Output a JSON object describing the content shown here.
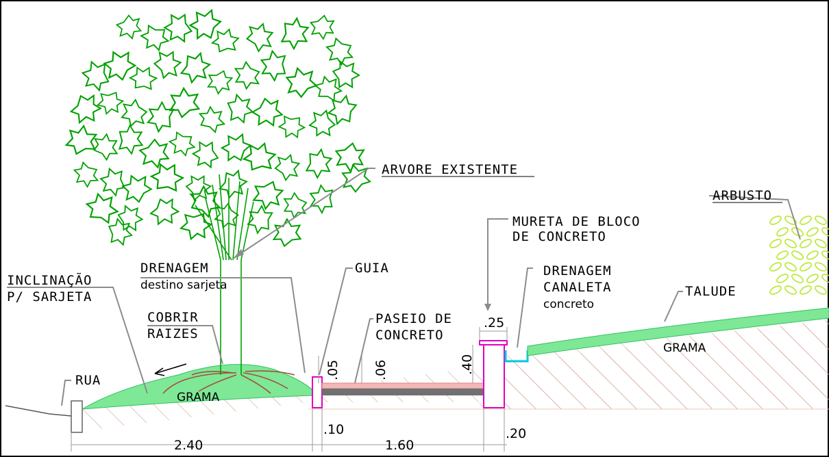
{
  "labels": {
    "arvore": "ARVORE EXISTENTE",
    "arbusto": "ARBUSTO",
    "mureta_1": "MURETA DE BLOCO",
    "mureta_2": "DE CONCRETO",
    "drenagem_left_1": "DRENAGEM",
    "drenagem_left_2": "destino sarjeta",
    "guia": "GUIA",
    "drenagem_right_1": "DRENAGEM",
    "drenagem_right_2": "CANALETA",
    "drenagem_right_3": "concreto",
    "talude": "TALUDE",
    "inclinacao_1": "INCLINAÇÃO",
    "inclinacao_2": "P/ SARJETA",
    "cobrir_1": "COBRIR",
    "cobrir_2": "RAIZES",
    "paseio_1": "PASEIO DE",
    "paseio_2": "CONCRETO",
    "rua": "RUA",
    "grama_left": "GRAMA",
    "grama_right": "GRAMA"
  },
  "dimensions": {
    "d_025": ".25",
    "d_040": ".40",
    "d_005": ".05",
    "d_006": ".06",
    "d_010": ".10",
    "d_020": ".20",
    "d_240": "2.40",
    "d_160": "1.60"
  },
  "colors": {
    "grass": "#7ee896",
    "tree": "#00a000",
    "magenta": "#e000c0",
    "cyan": "#00c8e0",
    "shrub": "#b8e830",
    "hatch": "#d4a090",
    "roots": "#a05040",
    "slab": "#f2b8b8"
  }
}
